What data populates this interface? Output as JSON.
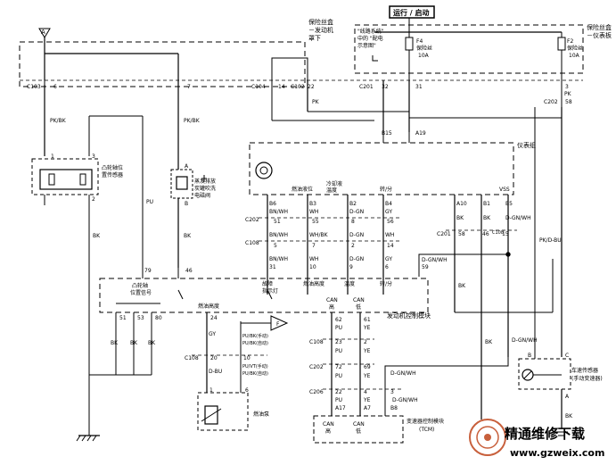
{
  "header": {
    "run_start": "运行 / 启动",
    "fuse_box_engine": [
      "保险丝盒",
      "－发动机",
      "罩下"
    ],
    "fuse_box_ip": [
      "保险丝盒",
      "－仪表板"
    ],
    "power_dist_note": [
      "\"线路系统\"",
      "中的 \"配电",
      "示意图\""
    ]
  },
  "fuses": [
    {
      "id": "F4",
      "label": "F4",
      "name": "保险丝",
      "rating": "10A"
    },
    {
      "id": "F2",
      "label": "F2",
      "name": "保险丝",
      "rating": "10A"
    }
  ],
  "connectors": {
    "c103": "C103",
    "c104": "C104",
    "c102": "C102",
    "c201": "C201",
    "c202": "C202",
    "c202b": "C202",
    "c108": "C108",
    "c201b": "C201",
    "c202c": "C202",
    "c108b": "C108",
    "c206": "C206",
    "c108c": "C108",
    "c108d": "C108"
  },
  "pins": {
    "p6": "6",
    "p7": "7",
    "p14": "14",
    "p22": "22",
    "p32": "32",
    "p31": "31",
    "p3": "3",
    "p58": "58",
    "p_a": "A",
    "p_b": "B",
    "p1": "1",
    "p3b": "3",
    "p2": "2",
    "b15": "B15",
    "a19": "A19",
    "b6": "B6",
    "b3": "B3",
    "b2": "B2",
    "b4": "B4",
    "a10": "A10",
    "b1": "B1",
    "b5": "B5",
    "n51": "51",
    "n55": "55",
    "n8": "8",
    "n56": "56",
    "n58": "58",
    "n46": "46",
    "n59": "59",
    "n5": "5",
    "n7": "7",
    "n2": "2",
    "n14": "14",
    "n31": "31",
    "n10": "10",
    "n9": "9",
    "n6": "6",
    "n79": "79",
    "n46b": "46",
    "n51b": "51",
    "n53": "53",
    "n80": "80",
    "n24": "24",
    "n20": "20",
    "n10b": "10",
    "n1": "1",
    "n6b": "6",
    "n62": "62",
    "n61": "61",
    "n23": "23",
    "n72": "72",
    "n69": "69",
    "n22": "22",
    "n4": "4",
    "n3": "3",
    "a17": "A17",
    "a7": "A7",
    "b8": "B8",
    "pb": "B",
    "pc": "C",
    "pa": "A",
    "n15": "15"
  },
  "wires": {
    "pk_bk_1": "PK/BK",
    "pk_bk_2": "PK/BK",
    "pk_1": "PK",
    "pk_2": "PK",
    "pu_1": "PU",
    "bk_1": "BK",
    "bk_2": "BK",
    "bk_3": "BK",
    "bk_4": "BK",
    "bk_5": "BK",
    "bk_6": "BK",
    "bk_7": "BK",
    "bk_8": "BK",
    "bk_9": "BK",
    "bk_10": "BK",
    "bn_wh_1": "BN/WH",
    "bn_wh_2": "BN/WH",
    "bn_wh_3": "BN/WH",
    "wh_1": "WH",
    "wh_bk": "WH/BK",
    "wh_2": "WH",
    "d_gn_1": "D-GN",
    "d_gn_2": "D-GN",
    "d_gn_3": "D-GN",
    "gy_1": "GY",
    "wh_3": "WH",
    "gy_2": "GY",
    "d_gn_wh_1": "D-GN/WH",
    "d_gn_wh_2": "D-GN/WH",
    "d_gn_wh_3": "D-GN/WH",
    "d_gn_wh_4": "D-GN/WH",
    "d_gn_wh_5": "D-GN/WH",
    "pk_d_bu": "PK/D-BU",
    "gy_3": "GY",
    "d_bu": "D-BU",
    "pu_1b": "PU",
    "ye_1": "YE",
    "pu_2": "PU",
    "ye_2": "YE",
    "pu_3": "PU",
    "ye_3": "YE",
    "pu_4": "PU",
    "ye_4": "YE",
    "bk_11": "BK"
  },
  "labels": {
    "cam_sensor": [
      "凸轮轴位",
      "置传感器"
    ],
    "evap_valve": [
      "蒸发排放",
      "炭罐吹洗",
      "电磁阀"
    ],
    "ip_cluster": "仪表组",
    "fuel_level": "燃油液位",
    "coolant_temp": [
      "冷却液",
      "温度"
    ],
    "rpm": "转/分",
    "vss": "VSS",
    "ecm": "发动机控制模块",
    "cam_signal": [
      "凸轮轴",
      "位置信号"
    ],
    "fuel_level_2": "燃油高度",
    "mil": [
      "故障",
      "指示灯"
    ],
    "fuel_level_3": "燃油高度",
    "temp": "温度",
    "rpm_2": "转/分",
    "can_high": [
      "CAN",
      "高"
    ],
    "can_low": [
      "CAN",
      "低"
    ],
    "can_high_2": [
      "CAN",
      "高"
    ],
    "can_low_2": [
      "CAN",
      "低"
    ],
    "fuel_pump": "燃油泵",
    "pu_bk_manual": "PU/BK(手动)",
    "pu_bk_auto": "PU/BK(自动)",
    "pu_vt_manual": "PU/VT(手动)",
    "pu_bk_auto_2": "PU/BK(自动)",
    "tcm": [
      "变速器控制模块",
      "(TCM)"
    ],
    "vss_sensor": [
      "车速传感器",
      "(手动变速器)"
    ],
    "ref_a": "A",
    "ref_f": "F"
  },
  "watermark": {
    "line1": "精通维修下载",
    "line2": "www.gzweix.com"
  },
  "colors": {
    "line": "#000000",
    "background": "#ffffff",
    "watermark": "#c8603c"
  }
}
